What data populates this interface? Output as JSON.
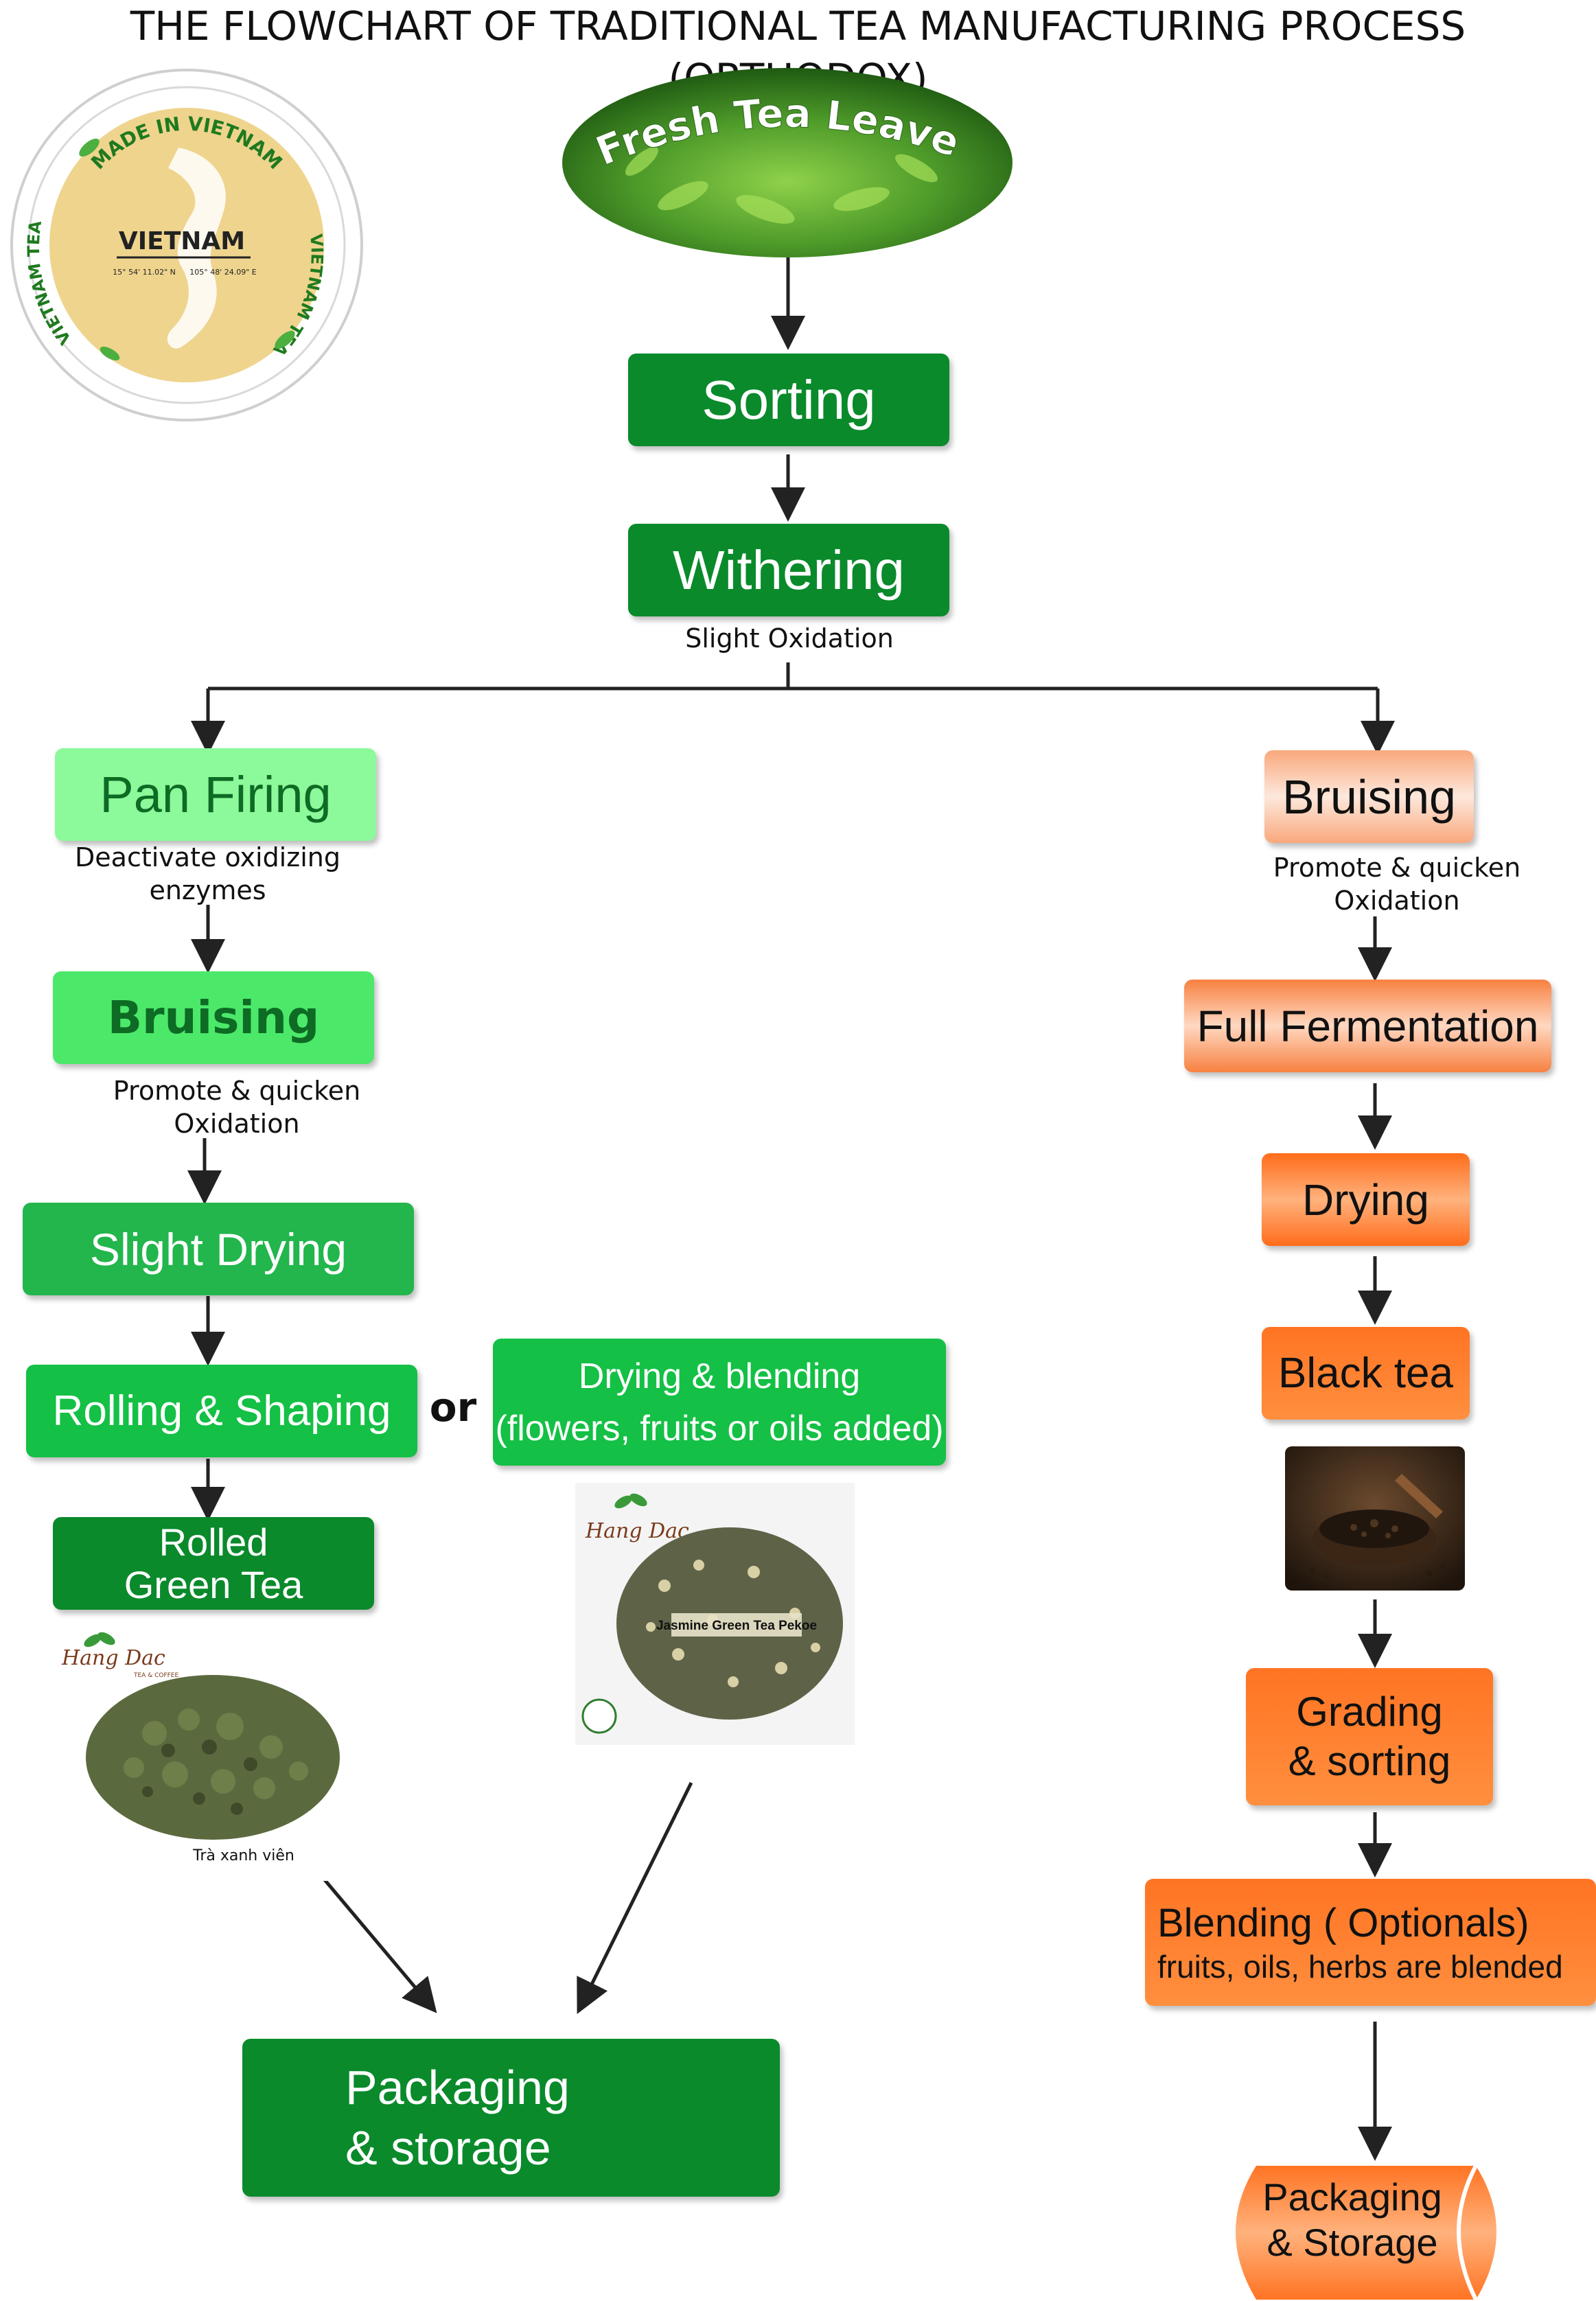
{
  "title": "THE FLOWCHART OF TRADITIONAL TEA MANUFACTURING PROCESS (ORTHODOX)",
  "badge": {
    "top_text": "MADE IN VIETNAM",
    "left_text": "VIETNAM TEA",
    "right_text": "VIETNAM TEA",
    "country": "VIETNAM",
    "lat": "15° 54' 11.02\" N",
    "lon": "105° 48' 24.09\" E"
  },
  "start": {
    "label": "Fresh Tea Leaves"
  },
  "main": {
    "sorting": "Sorting",
    "withering": "Withering",
    "withering_note": "Slight Oxidation"
  },
  "green_branch": {
    "pan_firing": "Pan Firing",
    "pan_firing_note": "Deactivate oxidizing\nenzymes",
    "bruising": "Bruising",
    "bruising_note": "Promote & quicken\nOxidation",
    "slight_drying": "Slight Drying",
    "rolling": "Rolling & Shaping",
    "or": "or",
    "drying_blending": "Drying & blending\n(flowers, fruits or oils added)",
    "rolled_green_tea": "Rolled\nGreen Tea",
    "rolled_caption": "Trà xanh viên",
    "brand": "Hang Dac",
    "brand_sub": "TEA & COFFEE",
    "jasmine_label": "Jasmine Green Tea Pekoe",
    "packaging": "Packaging\n& storage"
  },
  "black_branch": {
    "bruising": "Bruising",
    "bruising_note": "Promote & quicken\nOxidation",
    "fermentation": "Full Fermentation",
    "drying": "Drying",
    "black_tea": "Black tea",
    "grading": "Grading\n& sorting",
    "blending": "Blending ( Optionals)",
    "blending_sub": "fruits, oils, herbs are blended",
    "packaging": "Packaging\n& Storage"
  },
  "colors": {
    "green_dark": "#0a8a2b",
    "green_light": "#8cf99a",
    "orange": "#ff7423",
    "badge_fill": "#efd48e"
  }
}
